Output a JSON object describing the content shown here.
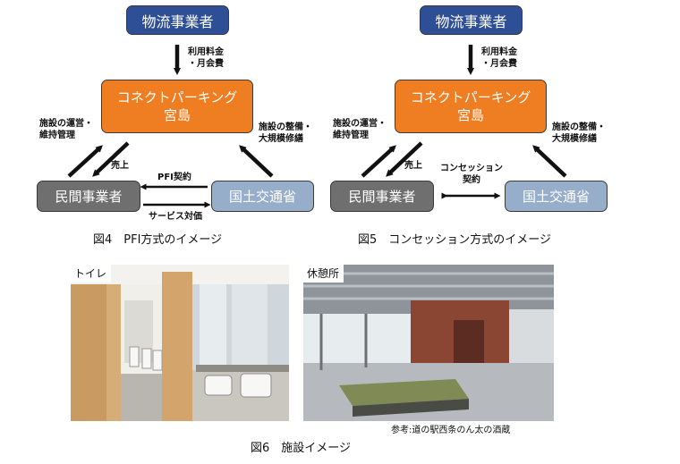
{
  "fig4": {
    "logistics": "物流事業者",
    "parking_line1": "コネクトパーキング",
    "parking_line2": "宮島",
    "private": "民間事業者",
    "mlit": "国土交通省",
    "fee_line1": "利用料金",
    "fee_line2": "・月会費",
    "ops_line1": "施設の運営・",
    "ops_line2": "維持管理",
    "maint_line1": "施設の整備・",
    "maint_line2": "大規模修繕",
    "sales": "売上",
    "contract": "PFI契約",
    "service": "サービス対価",
    "caption": "図4　PFI方式のイメージ"
  },
  "fig5": {
    "logistics": "物流事業者",
    "parking_line1": "コネクトパーキング",
    "parking_line2": "宮島",
    "private": "民間事業者",
    "mlit": "国土交通省",
    "fee_line1": "利用料金",
    "fee_line2": "・月会費",
    "ops_line1": "施設の運営・",
    "ops_line2": "維持管理",
    "maint_line1": "施設の整備・",
    "maint_line2": "大規模修繕",
    "sales": "売上",
    "contract_line1": "コンセッション",
    "contract_line2": "契約",
    "caption": "図5　コンセッション方式のイメージ"
  },
  "fig6": {
    "toilet_label": "トイレ",
    "lounge_label": "休憩所",
    "reference": "参考:道の駅西条のん太の酒蔵",
    "caption": "図6　施設イメージ"
  }
}
